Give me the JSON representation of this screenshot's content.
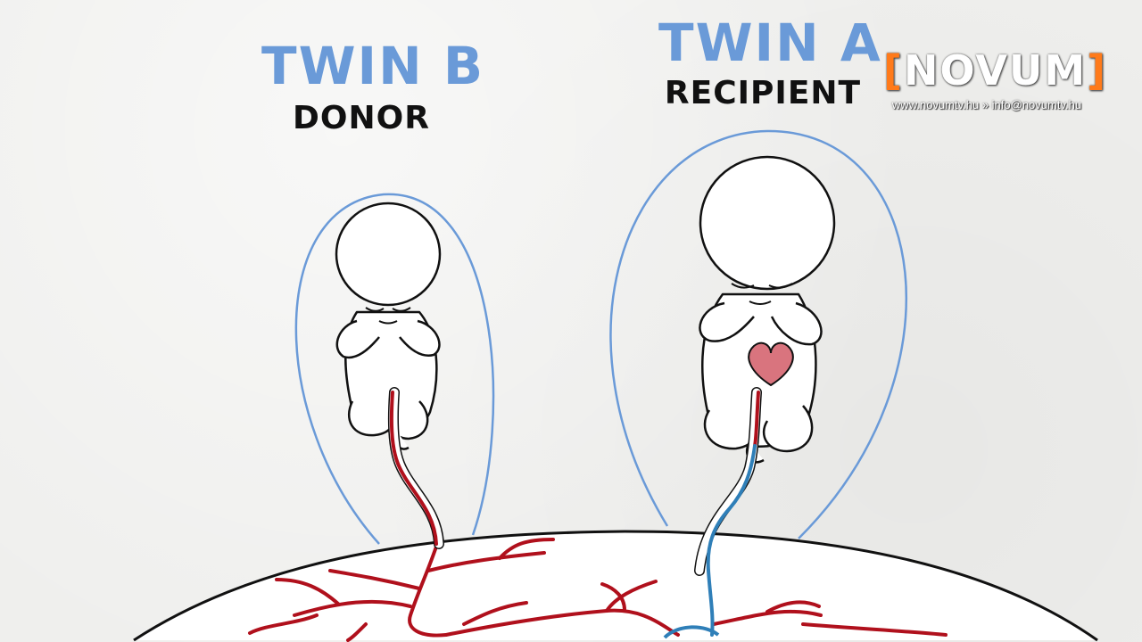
{
  "twin_b": {
    "name": "TWIN B",
    "role": "DONOR"
  },
  "twin_a": {
    "name": "TWIN A",
    "role": "RECIPIENT"
  },
  "logo": {
    "bracket_left": "[",
    "word": "NOVUM",
    "bracket_right": "]",
    "website": "www.novumtv.hu » info@novumtv.hu"
  },
  "colors": {
    "sac_outline": "#6a9ad8",
    "artery_red": "#b0101c",
    "vein_blue": "#2f7fb8",
    "heart_fill": "#d9747e",
    "logo_accent": "#ff7a1a"
  }
}
